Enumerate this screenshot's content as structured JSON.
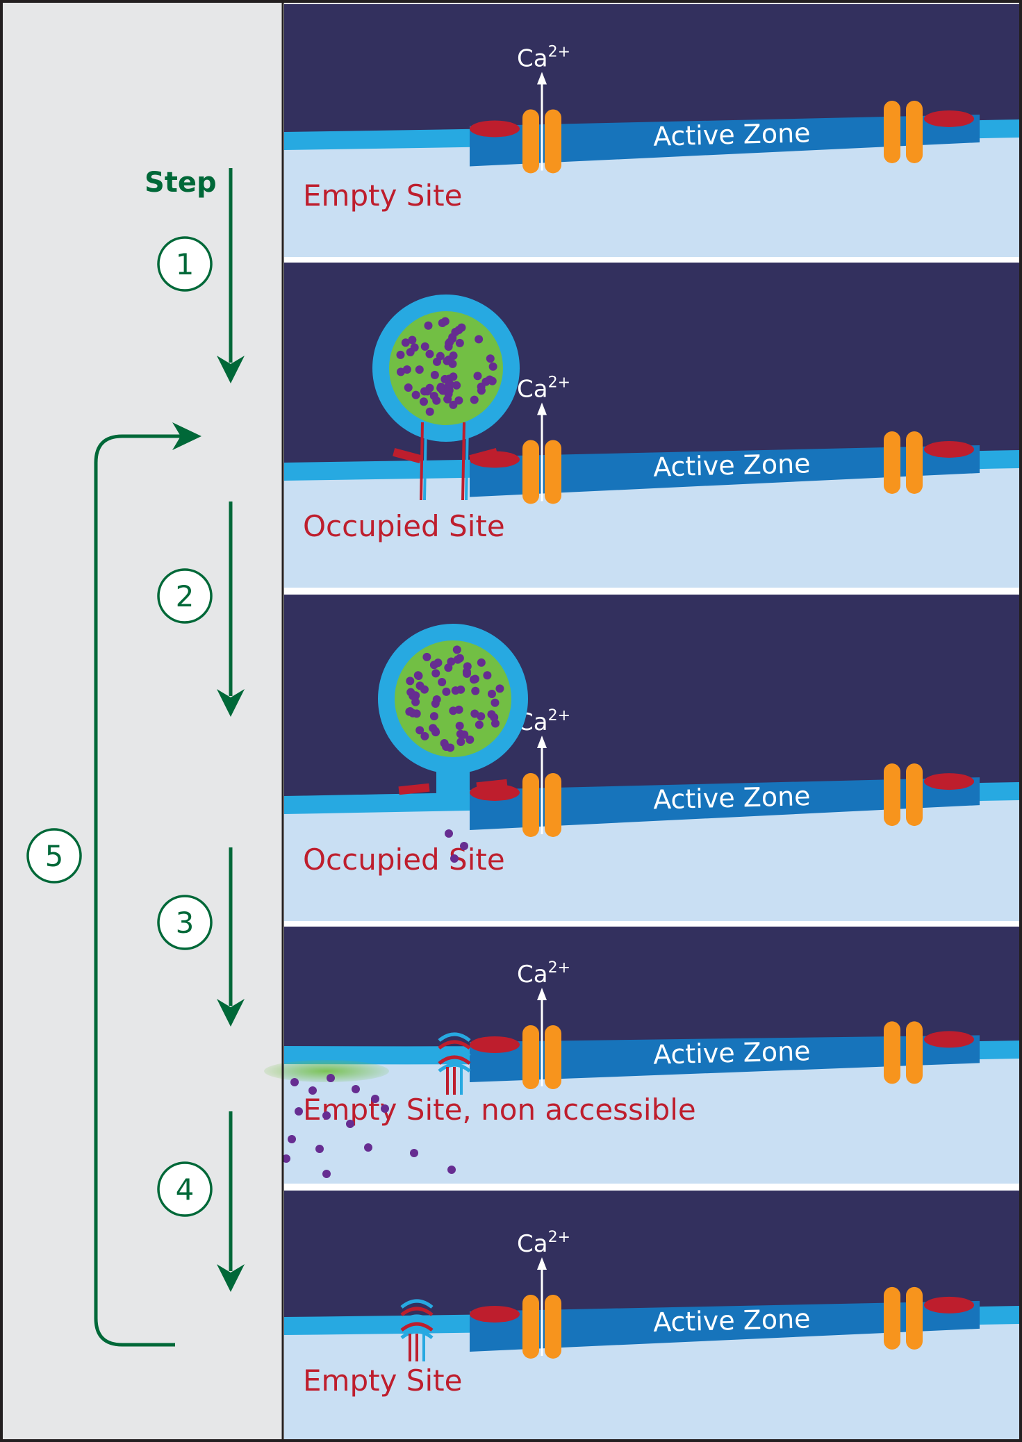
{
  "step_label": "Step",
  "steps": [
    {
      "number": "1"
    },
    {
      "number": "2"
    },
    {
      "number": "3"
    },
    {
      "number": "4"
    },
    {
      "number": "5"
    }
  ],
  "panels": [
    {
      "site_label": "Empty Site",
      "zone_label": "Active Zone",
      "ion_base": "Ca",
      "ion_charge": "2+"
    },
    {
      "site_label": "Occupied Site",
      "zone_label": "Active Zone",
      "ion_base": "Ca",
      "ion_charge": "2+"
    },
    {
      "site_label": "Occupied Site",
      "zone_label": "Active Zone",
      "ion_base": "Ca",
      "ion_charge": "2+"
    },
    {
      "site_label": "Empty Site, non accessible",
      "zone_label": "Active Zone",
      "ion_base": "Ca",
      "ion_charge": "2+"
    },
    {
      "site_label": "Empty Site",
      "zone_label": "Active Zone",
      "ion_base": "Ca",
      "ion_charge": "2+"
    }
  ],
  "colors": {
    "sidebar_bg": "#e6e7e8",
    "dark_bg": "#33305e",
    "cytoplasm": "#c9dff3",
    "membrane_light": "#27a9e1",
    "active_zone": "#1774bb",
    "channel": "#f7941d",
    "red_site": "#be1e2d",
    "vesicle_fill": "#72bf44",
    "transmitter": "#662d91",
    "arrow_green": "#006838",
    "frame": "#231f20"
  }
}
